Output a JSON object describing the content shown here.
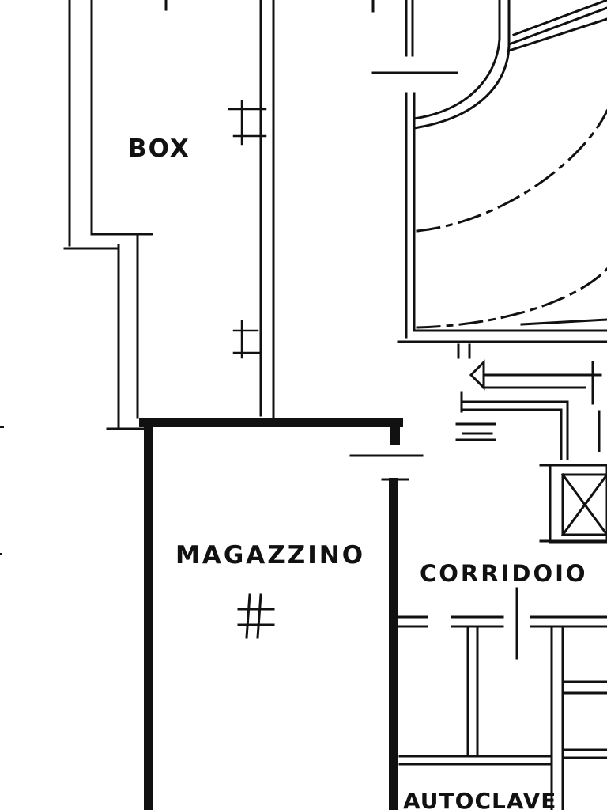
{
  "plan": {
    "rooms": {
      "box": "BOX",
      "magazzino": "MAGAZZINO",
      "corridoio": "CORRIDOIO",
      "autoclave": "AUTOCLAVE"
    }
  },
  "colors": {
    "background": "#ffffff",
    "ink": "#111111"
  },
  "icons": {
    "stair": "staircase-icon",
    "floor_drain": "hash-drain-icon",
    "vent_shaft": "crossed-box-icon",
    "arrow": "arrow-left-icon"
  }
}
